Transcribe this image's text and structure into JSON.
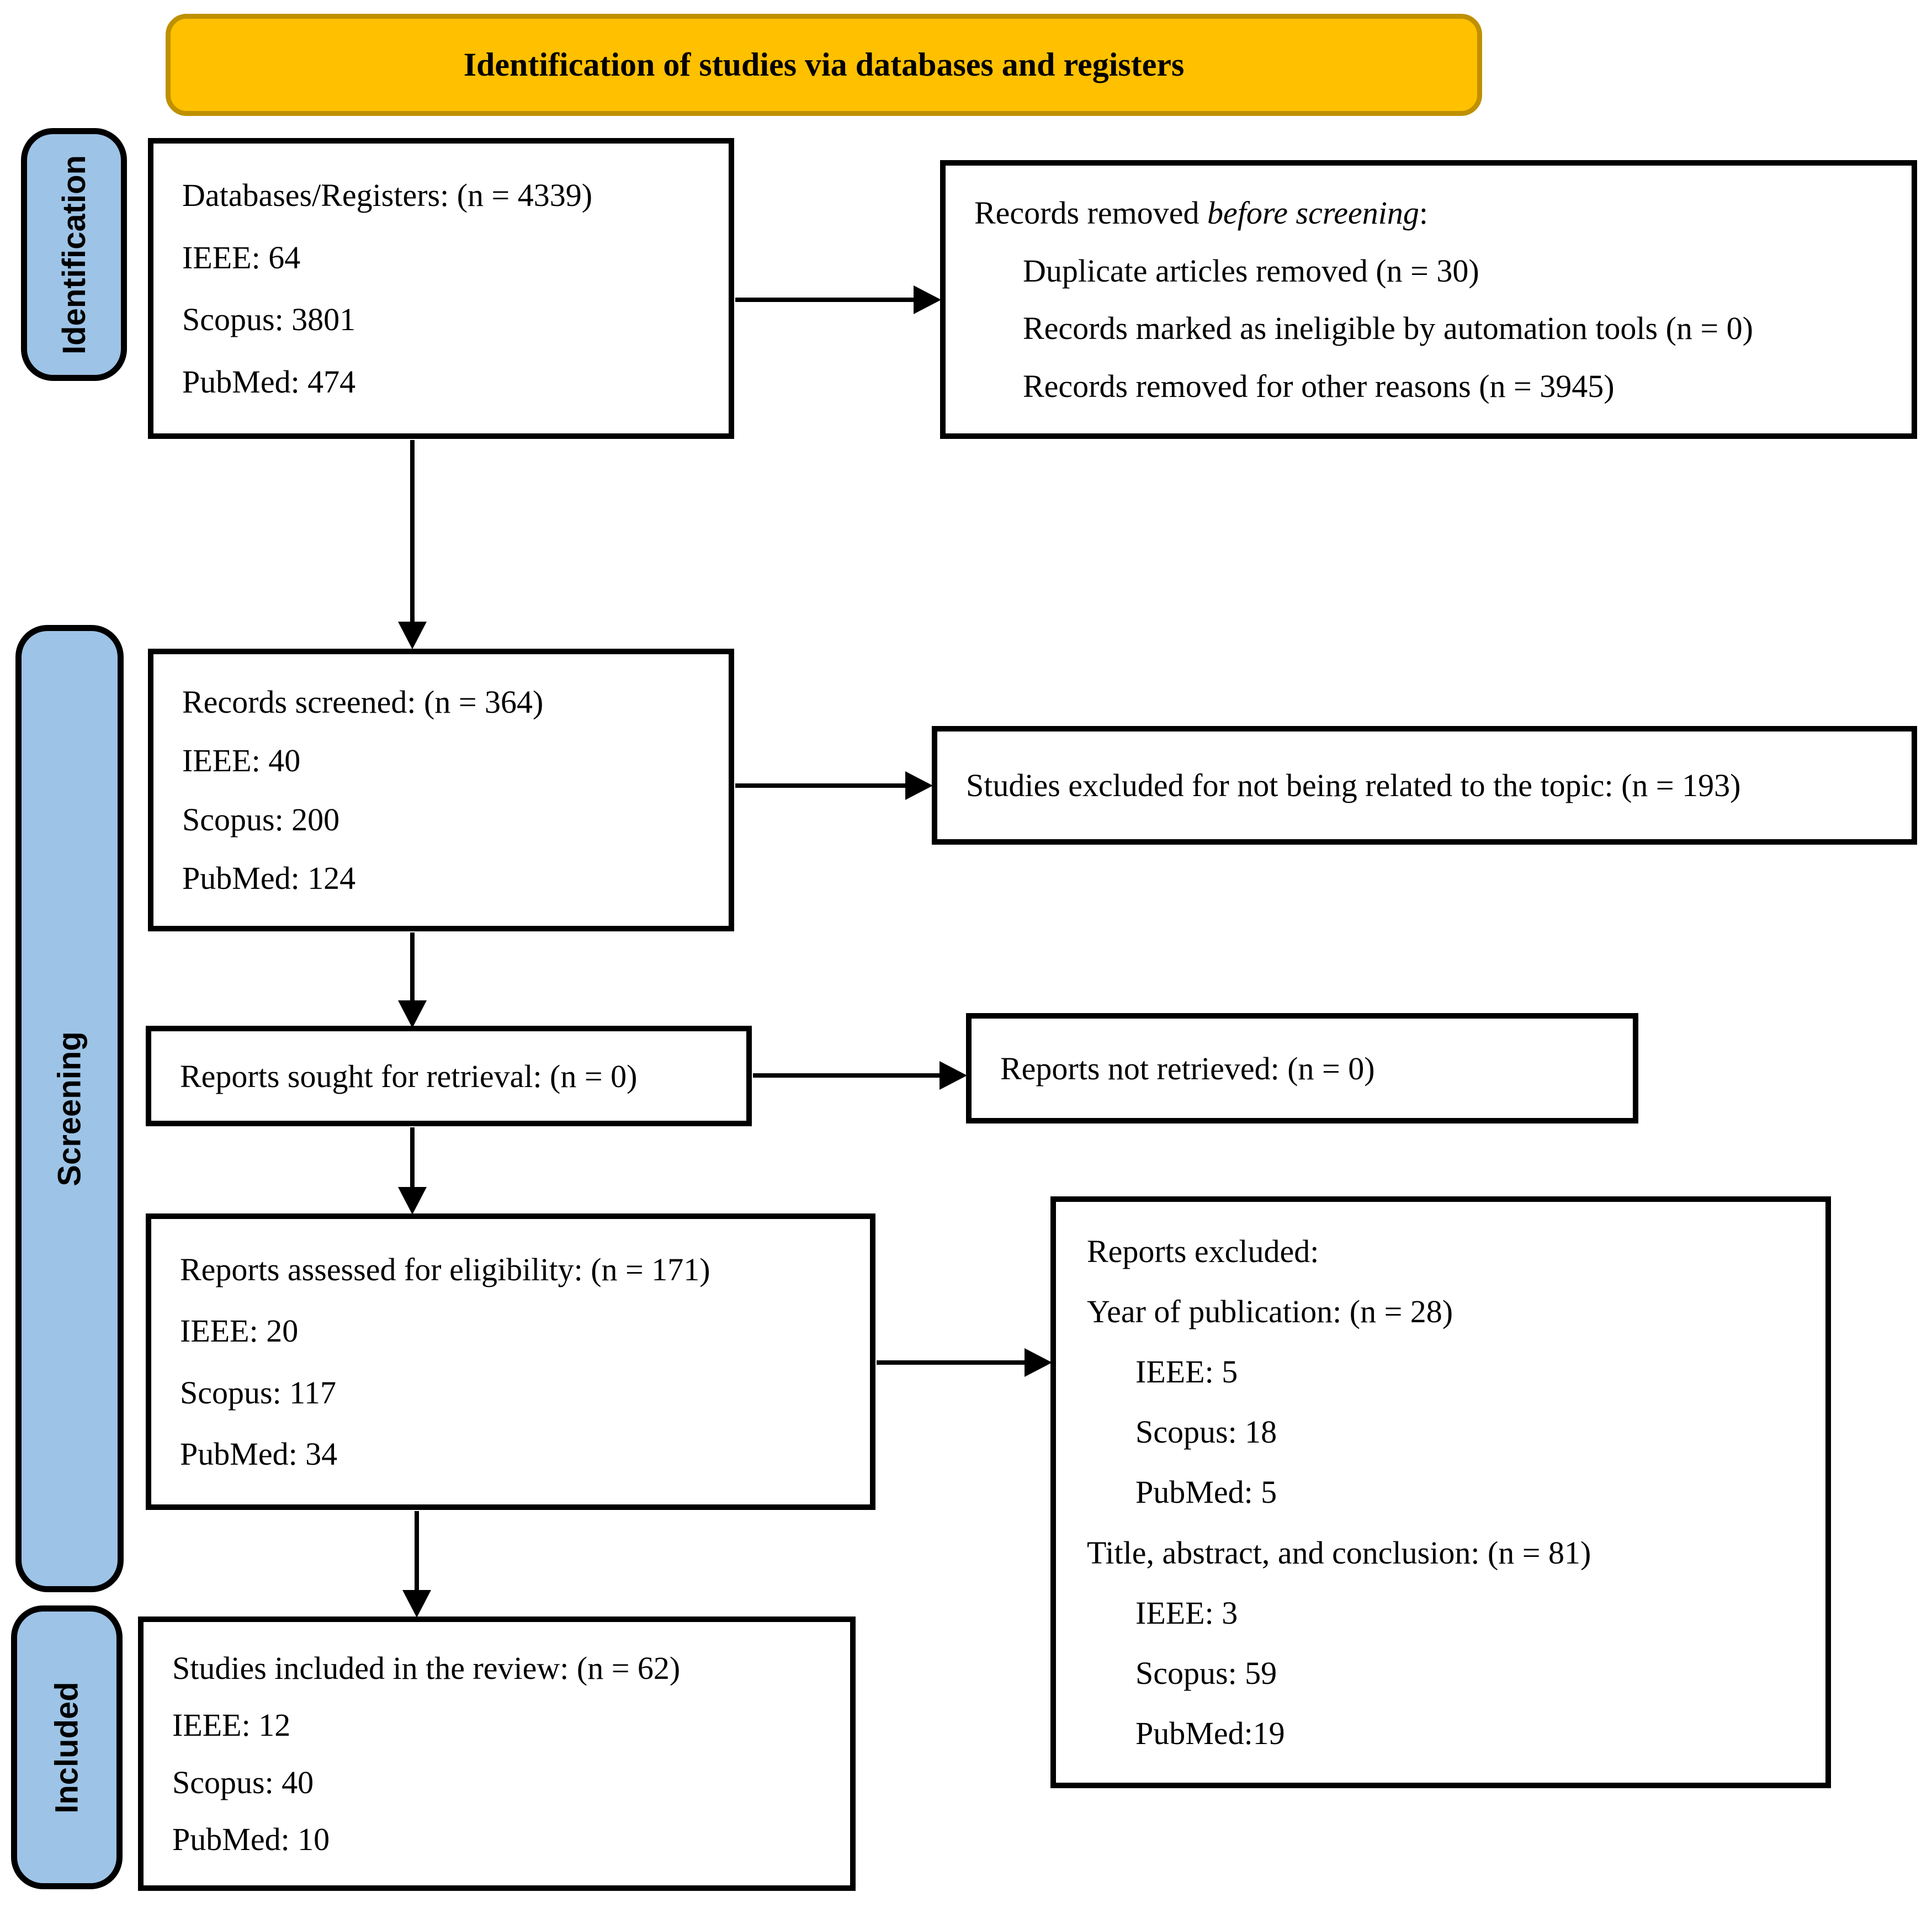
{
  "banner": {
    "title": "Identification of studies via databases and registers"
  },
  "sidebar": {
    "items": [
      {
        "id": "identification",
        "label": "Identification"
      },
      {
        "id": "screening",
        "label": "Screening"
      },
      {
        "id": "included",
        "label": "Included"
      }
    ]
  },
  "boxes": {
    "databases_registers": {
      "lines": [
        {
          "text": "Databases/Registers: (n = 4339)"
        },
        {
          "text": "IEEE: 64"
        },
        {
          "text": "Scopus: 3801"
        },
        {
          "text": "PubMed: 474"
        }
      ]
    },
    "records_removed": {
      "lines": [
        {
          "segments": [
            {
              "t": "Records removed "
            },
            {
              "t": "before screening",
              "i": true
            },
            {
              "t": ":"
            }
          ]
        },
        {
          "text": "Duplicate articles removed (n = 30)",
          "indent": 1
        },
        {
          "text": "Records marked as ineligible by automation tools (n = 0)",
          "indent": 1
        },
        {
          "text": "Records removed for other reasons (n = 3945)",
          "indent": 1
        }
      ]
    },
    "records_screened": {
      "lines": [
        {
          "text": "Records screened: (n = 364)"
        },
        {
          "text": "IEEE: 40"
        },
        {
          "text": "Scopus: 200"
        },
        {
          "text": "PubMed: 124"
        }
      ]
    },
    "studies_excluded": {
      "lines": [
        {
          "text": "Studies excluded for not being related to the topic: (n = 193)"
        }
      ]
    },
    "reports_sought": {
      "lines": [
        {
          "text": "Reports sought for retrieval: (n = 0)"
        }
      ]
    },
    "reports_not_retrieved": {
      "lines": [
        {
          "text": "Reports not retrieved: (n = 0)"
        }
      ]
    },
    "reports_assessed": {
      "lines": [
        {
          "text": "Reports assessed for eligibility: (n = 171)"
        },
        {
          "text": "IEEE: 20"
        },
        {
          "text": "Scopus: 117"
        },
        {
          "text": "PubMed: 34"
        }
      ]
    },
    "reports_excluded": {
      "lines": [
        {
          "text": "Reports excluded:"
        },
        {
          "text": "Year of publication: (n = 28)"
        },
        {
          "text": "IEEE: 5",
          "indent": 1
        },
        {
          "text": "Scopus: 18",
          "indent": 1
        },
        {
          "text": "PubMed: 5",
          "indent": 1
        },
        {
          "text": "Title, abstract, and conclusion: (n = 81)"
        },
        {
          "text": "IEEE: 3",
          "indent": 1
        },
        {
          "text": "Scopus: 59",
          "indent": 1
        },
        {
          "text": "PubMed:19",
          "indent": 1
        }
      ]
    },
    "studies_included": {
      "lines": [
        {
          "text": "Studies included in the review: (n = 62)"
        },
        {
          "text": "IEEE: 12"
        },
        {
          "text": "Scopus: 40"
        },
        {
          "text": "PubMed: 10"
        }
      ]
    }
  },
  "colors": {
    "banner_fill": "#FFC000",
    "banner_border": "#BF9000",
    "stage_pill_fill": "#9DC3E6",
    "box_border": "#000000",
    "arrow": "#000000"
  }
}
